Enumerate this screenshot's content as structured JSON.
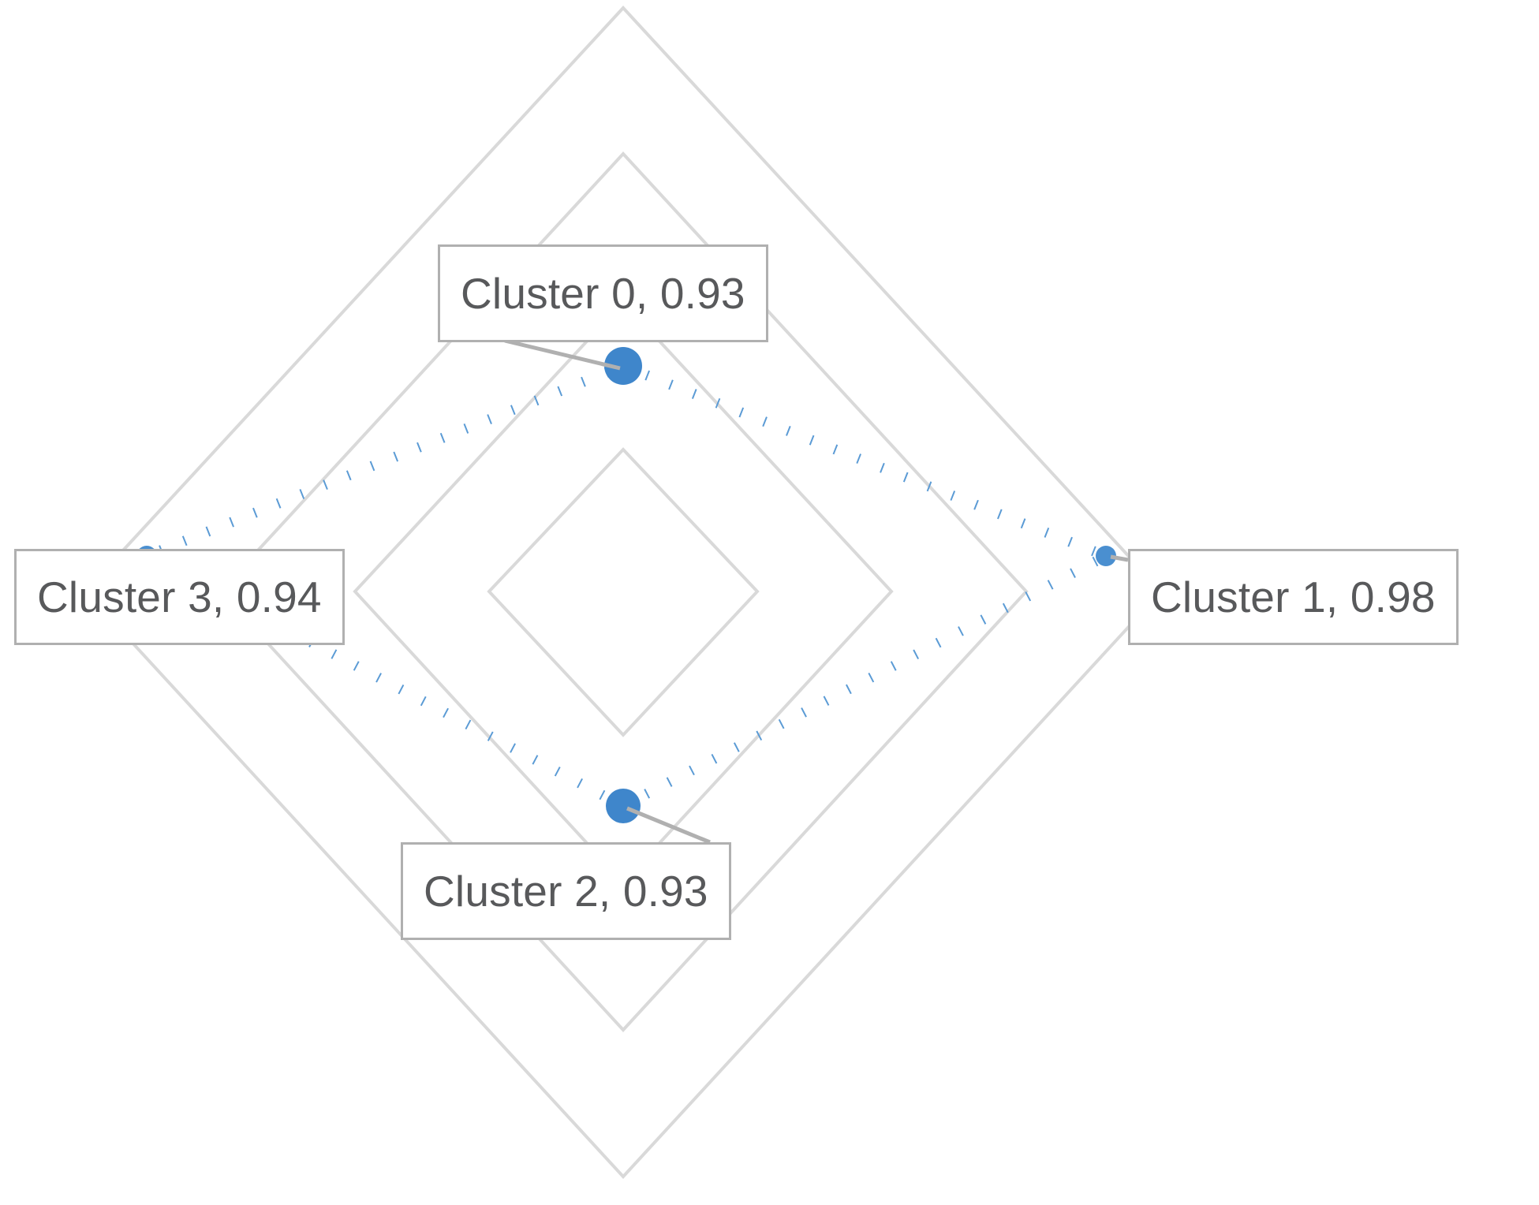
{
  "chart": {
    "type": "radar",
    "title": "",
    "background_color": "#ffffff",
    "grid_color": "#d9d9d9",
    "series_color": "#5b9bd5",
    "marker_color": "#4a8fd0",
    "label_border_color": "#b0b0b0",
    "label_text_color": "#58595b"
  },
  "chart_data": {
    "type": "radar",
    "title": "",
    "xlabel": "",
    "ylabel": "",
    "categories": [
      "Cluster 0",
      "Cluster 1",
      "Cluster 2",
      "Cluster 3"
    ],
    "values": [
      0.93,
      0.98,
      0.93,
      0.94
    ],
    "data_labels": [
      "Cluster 0, 0.93",
      "Cluster 1, 0.98",
      "Cluster 2, 0.93",
      "Cluster 3, 0.94"
    ],
    "rlim": [
      0,
      1
    ],
    "rings": 4,
    "grid": true,
    "legend": "none",
    "line_style": "dotted",
    "markers": true,
    "series": [
      {
        "name": "",
        "values": [
          0.93,
          0.98,
          0.93,
          0.94
        ]
      }
    ]
  },
  "labels": {
    "cluster_0": "Cluster 0, 0.93",
    "cluster_1": "Cluster 1, 0.98",
    "cluster_2": "Cluster 2, 0.93",
    "cluster_3": "Cluster 3, 0.94"
  }
}
